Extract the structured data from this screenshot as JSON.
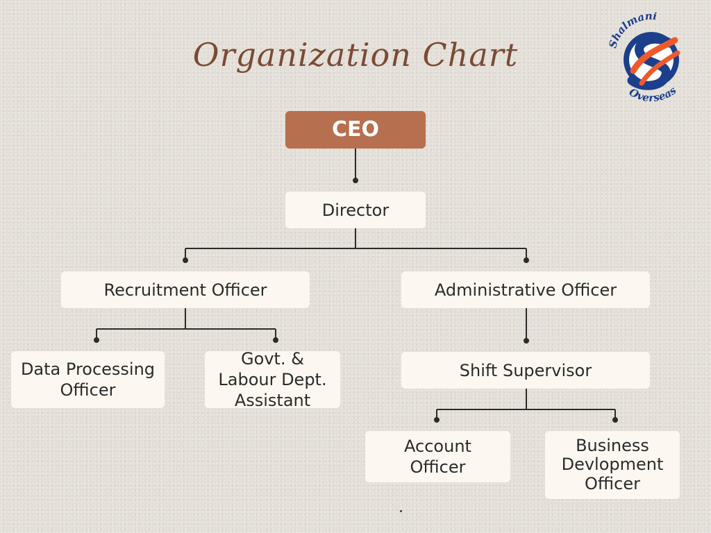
{
  "title": "Organization Chart",
  "logo": {
    "top_text": "Shalmani",
    "bottom_text": "Overseas",
    "colors": {
      "blue": "#1c3f8c",
      "orange": "#ef5a2c"
    }
  },
  "colors": {
    "ceo_fill": "#b66f4f",
    "box_fill": "#fcf8f1",
    "title": "#7b4a34",
    "connector": "#2b2b2b"
  },
  "nodes": {
    "ceo": "CEO",
    "director": "Director",
    "recruitment": "Recruitment Officer",
    "administrative": "Administrative Officer",
    "data_processing": "Data Processing\nOfficer",
    "govt_labour": "Govt. &\nLabour Dept.\nAssistant",
    "shift_supervisor": "Shift Supervisor",
    "account": "Account\nOfficer",
    "business": "Business\nDevlopment\nOfficer"
  },
  "edges": [
    [
      "ceo",
      "director"
    ],
    [
      "director",
      "recruitment"
    ],
    [
      "director",
      "administrative"
    ],
    [
      "recruitment",
      "data_processing"
    ],
    [
      "recruitment",
      "govt_labour"
    ],
    [
      "administrative",
      "shift_supervisor"
    ],
    [
      "shift_supervisor",
      "account"
    ],
    [
      "shift_supervisor",
      "business"
    ]
  ]
}
